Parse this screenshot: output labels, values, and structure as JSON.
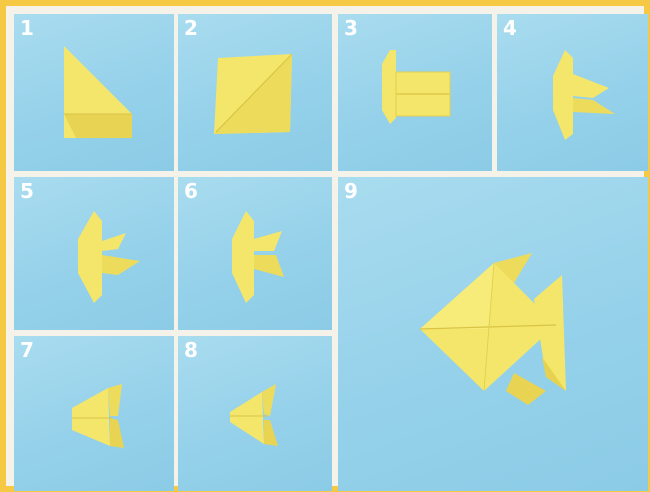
{
  "steps": [
    {
      "label": "1"
    },
    {
      "label": "2"
    },
    {
      "label": "3"
    },
    {
      "label": "4"
    },
    {
      "label": "5"
    },
    {
      "label": "6"
    },
    {
      "label": "7"
    },
    {
      "label": "8"
    },
    {
      "label": "9"
    }
  ],
  "colors": {
    "frame": "#f6c944",
    "paper": "#f4e66a",
    "paper_shadow": "#e6d24f",
    "background": "#95d1ea",
    "number": "#ffffff"
  }
}
